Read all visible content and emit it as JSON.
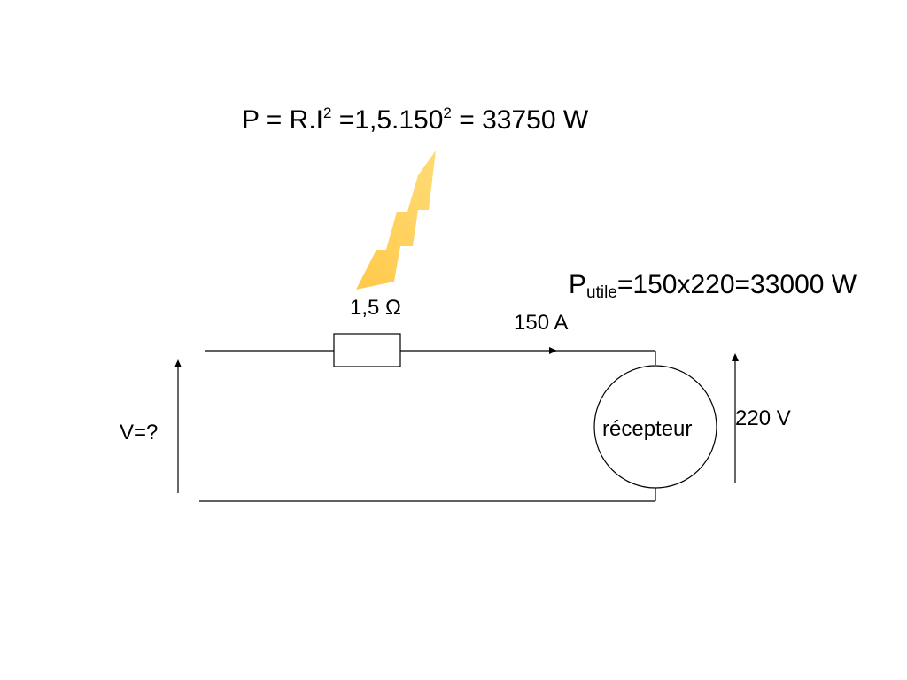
{
  "power_loss_formula": {
    "prefix": "P = R.I",
    "exp1": "2",
    "middle": " =1,5.150",
    "exp2": "2",
    "suffix": " = 33750 W"
  },
  "useful_power_formula": {
    "symbol": "P",
    "subscript": "utile",
    "expression": "=150x220=33000 W"
  },
  "resistor_value": "1,5 Ω",
  "current_value": "150 A",
  "receiver_label": "récepteur",
  "receiver_voltage": "220 V",
  "source_voltage": "V=?",
  "colors": {
    "lightning": "#FFC94A",
    "line": "#000000"
  },
  "icons": {
    "lightning": "lightning-bolt-icon"
  }
}
